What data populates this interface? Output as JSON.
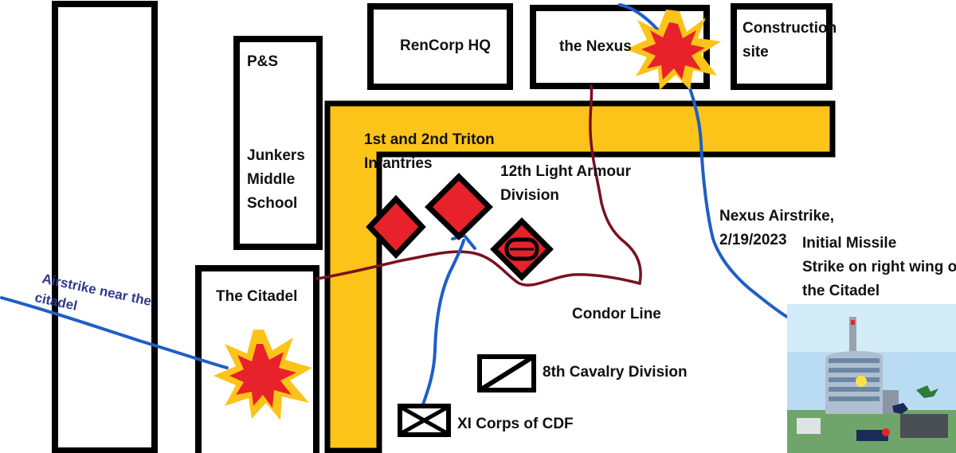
{
  "labels": {
    "rencorp": "RenCorp HQ",
    "nexus": "the Nexus",
    "construction_1": "Construction",
    "construction_2": "site",
    "ps": "P&S",
    "junkers_1": "Junkers",
    "junkers_2": "Middle",
    "junkers_3": "School",
    "citadel": "The Citadel",
    "triton_1": "1st and 2nd Triton",
    "triton_2": "Infantries",
    "armour_1": "12th Light Armour",
    "armour_2": "Division",
    "nexus_airstrike_1": "Nexus Airstrike,",
    "nexus_airstrike_2": "2/19/2023",
    "initial_missile_1": "Initial Missile",
    "initial_missile_2": "Strike on right wing of",
    "initial_missile_3": "the Citadel",
    "condor": "Condor Line",
    "cavalry": "8th Cavalry Division",
    "xi_corps": "XI Corps of CDF",
    "airstrike_citadel_1": "Airstrike near the",
    "airstrike_citadel_2": "citadel"
  },
  "colors": {
    "road": "#fcc419",
    "unit_red": "#e8222a",
    "explosion_outer": "#fcc419",
    "explosion_inner": "#e8222a",
    "condor_line": "#7a1020",
    "airstrike_line": "#1e5fc6",
    "building_border": "#000000"
  }
}
